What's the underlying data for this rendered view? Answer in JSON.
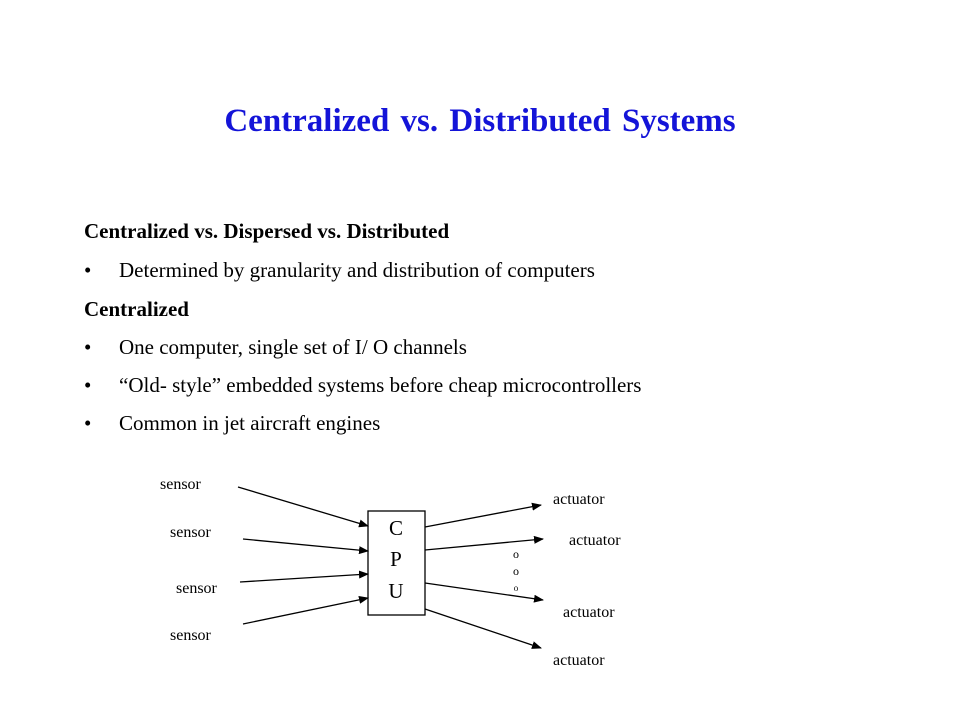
{
  "slide": {
    "title": "Centralized vs. Distributed Systems",
    "heading1": "Centralized vs. Dispersed vs. Distributed",
    "bullets1": [
      "Determined by granularity and distribution of computers"
    ],
    "heading2": "Centralized",
    "bullets2": [
      "One computer, single set of I/ O channels",
      "“Old- style” embedded systems before cheap microcontrollers",
      "Common in jet aircraft engines"
    ],
    "bullet_char": "•"
  },
  "diagram": {
    "cpu_letters": [
      "C",
      "P",
      "U"
    ],
    "sensors": [
      "sensor",
      "sensor",
      "sensor",
      "sensor"
    ],
    "actuators": [
      "actuator",
      "actuator",
      "actuator",
      "actuator"
    ],
    "ellipsis": [
      "o",
      "o",
      "o"
    ]
  },
  "colors": {
    "title": "#1414d8",
    "text": "#000000"
  }
}
